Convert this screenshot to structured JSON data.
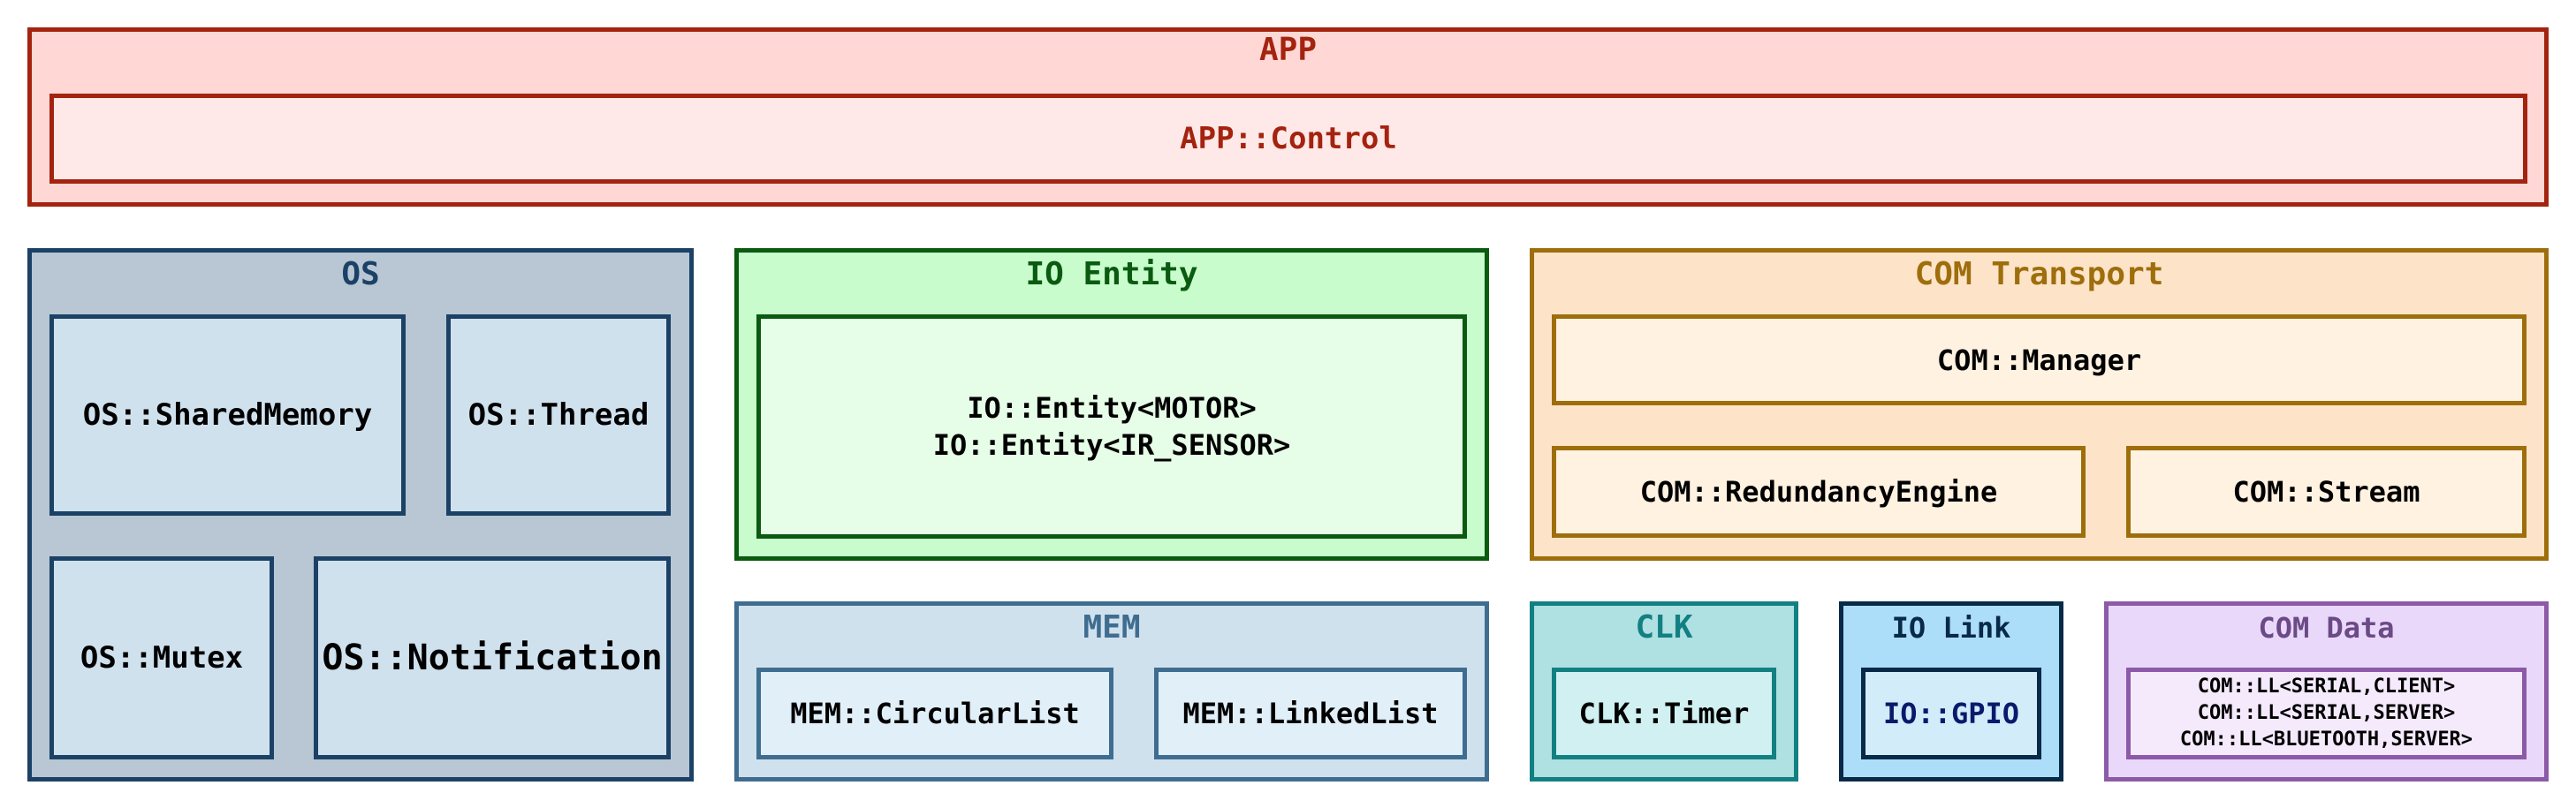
{
  "app": {
    "title": "APP",
    "control": "APP::Control"
  },
  "os": {
    "title": "OS",
    "shared_memory": "OS::SharedMemory",
    "thread": "OS::Thread",
    "mutex": "OS::Mutex",
    "notification": "OS::Notification"
  },
  "io_entity": {
    "title": "IO Entity",
    "lines": [
      "IO::Entity<MOTOR>",
      "IO::Entity<IR_SENSOR>"
    ]
  },
  "com_transport": {
    "title": "COM Transport",
    "manager": "COM::Manager",
    "redundancy_engine": "COM::RedundancyEngine",
    "stream": "COM::Stream"
  },
  "mem": {
    "title": "MEM",
    "circular_list": "MEM::CircularList",
    "linked_list": "MEM::LinkedList"
  },
  "clk": {
    "title": "CLK",
    "timer": "CLK::Timer"
  },
  "io_link": {
    "title": "IO Link",
    "gpio": "IO::GPIO"
  },
  "com_data": {
    "title": "COM Data",
    "lines": [
      "COM::LL<SERIAL,CLIENT>",
      "COM::LL<SERIAL,SERVER>",
      "COM::LL<BLUETOOTH,SERVER>"
    ]
  },
  "colors": {
    "app": "#a4230f",
    "os": "#1c4166",
    "io_entity": "#0a5a10",
    "com_transport": "#9e6e0c",
    "mem": "#3f6d90",
    "clk": "#128082",
    "io_link": "#082a48",
    "com_data": "#8c5aa8"
  }
}
